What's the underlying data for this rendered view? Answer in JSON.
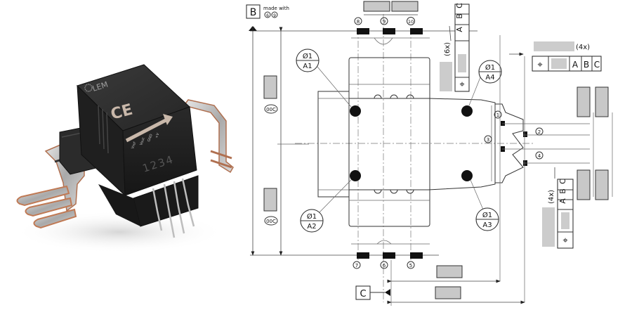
{
  "photo": {
    "logo_text": "LEM",
    "ce_mark": "CE",
    "pin_numbers": "1234",
    "pin_labels": [
      "Vref",
      "Vout",
      "GND",
      "+V"
    ]
  },
  "drawing": {
    "datum_b": {
      "label": "B",
      "note_line1": "made with",
      "note_refs": [
        "6",
        "9"
      ]
    },
    "datum_c": {
      "label": "C"
    },
    "top_pins": [
      "8",
      "9",
      "10"
    ],
    "bottom_pins": [
      "7",
      "6",
      "5"
    ],
    "terminals": [
      "1",
      "2",
      "3",
      "4"
    ],
    "mount_points": [
      {
        "top": "Ø1",
        "bottom": "A1"
      },
      {
        "top": "Ø1",
        "bottom": "A2"
      },
      {
        "top": "Ø1",
        "bottom": "A3"
      },
      {
        "top": "Ø1",
        "bottom": "A4"
      }
    ],
    "ooc_labels": [
      "00C",
      "00C"
    ],
    "fcf_top": {
      "symbol": "⌖",
      "datums": [
        "A",
        "B",
        "C"
      ],
      "count": "(6x)"
    },
    "fcf_right": {
      "symbol": "⌖",
      "datums": [
        "A",
        "B",
        "C"
      ],
      "count": "(4x)"
    },
    "fcf_lower": {
      "symbol": "⌖",
      "datums": [
        "A",
        "B",
        "C"
      ],
      "count": "(4x)"
    }
  },
  "colors": {
    "placeholder_grey": "#c8c8c8",
    "line": "#333333",
    "body_black": "#1e1e1e",
    "copper": "#c07a55"
  }
}
